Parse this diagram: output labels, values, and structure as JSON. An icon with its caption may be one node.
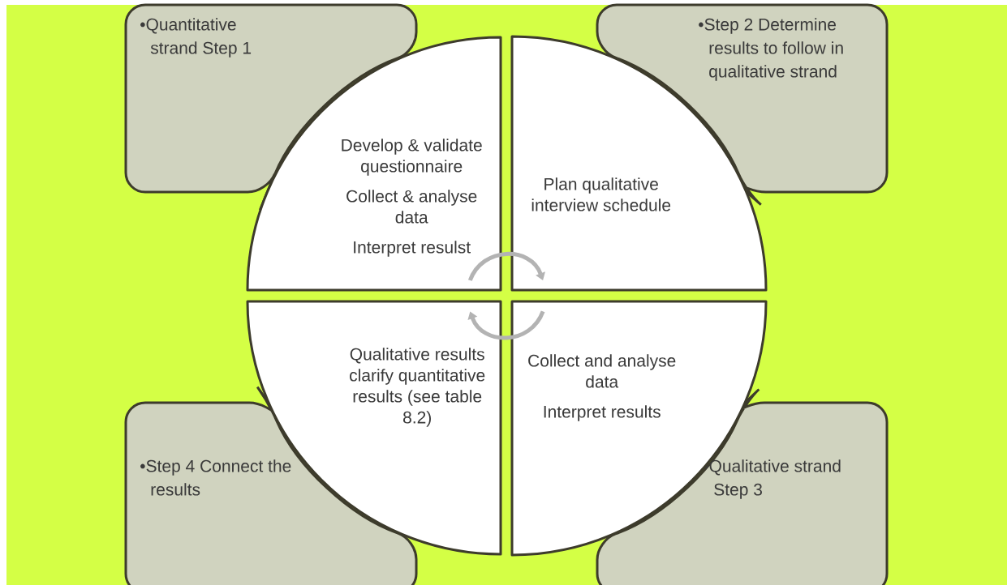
{
  "diagram": {
    "nodes": [
      {
        "text": [
          "•Quantitative strand Step 1"
        ]
      },
      {
        "text": [
          "Develop & validate questionnaire",
          "Collect & analyse data",
          "Interpret resulst"
        ]
      },
      {
        "text": [
          "•Step 2 Determine results to follow in qualitative strand"
        ]
      },
      {
        "text": [
          "Plan qualitative interview schedule"
        ]
      },
      {
        "text": [
          "Qualitative results clarify quantitative results (see table 8.2)"
        ]
      },
      {
        "text": [
          "Collect and analyse data",
          "Interpret results"
        ]
      },
      {
        "text": [
          "•Step 4 Connect the results"
        ]
      },
      {
        "text": [
          "•Qualitative strand Step 3"
        ]
      }
    ],
    "edges": [
      {
        "from": 1,
        "to": 3,
        "arrow": "to"
      },
      {
        "from": 5,
        "to": 4,
        "arrow": "to"
      }
    ]
  }
}
